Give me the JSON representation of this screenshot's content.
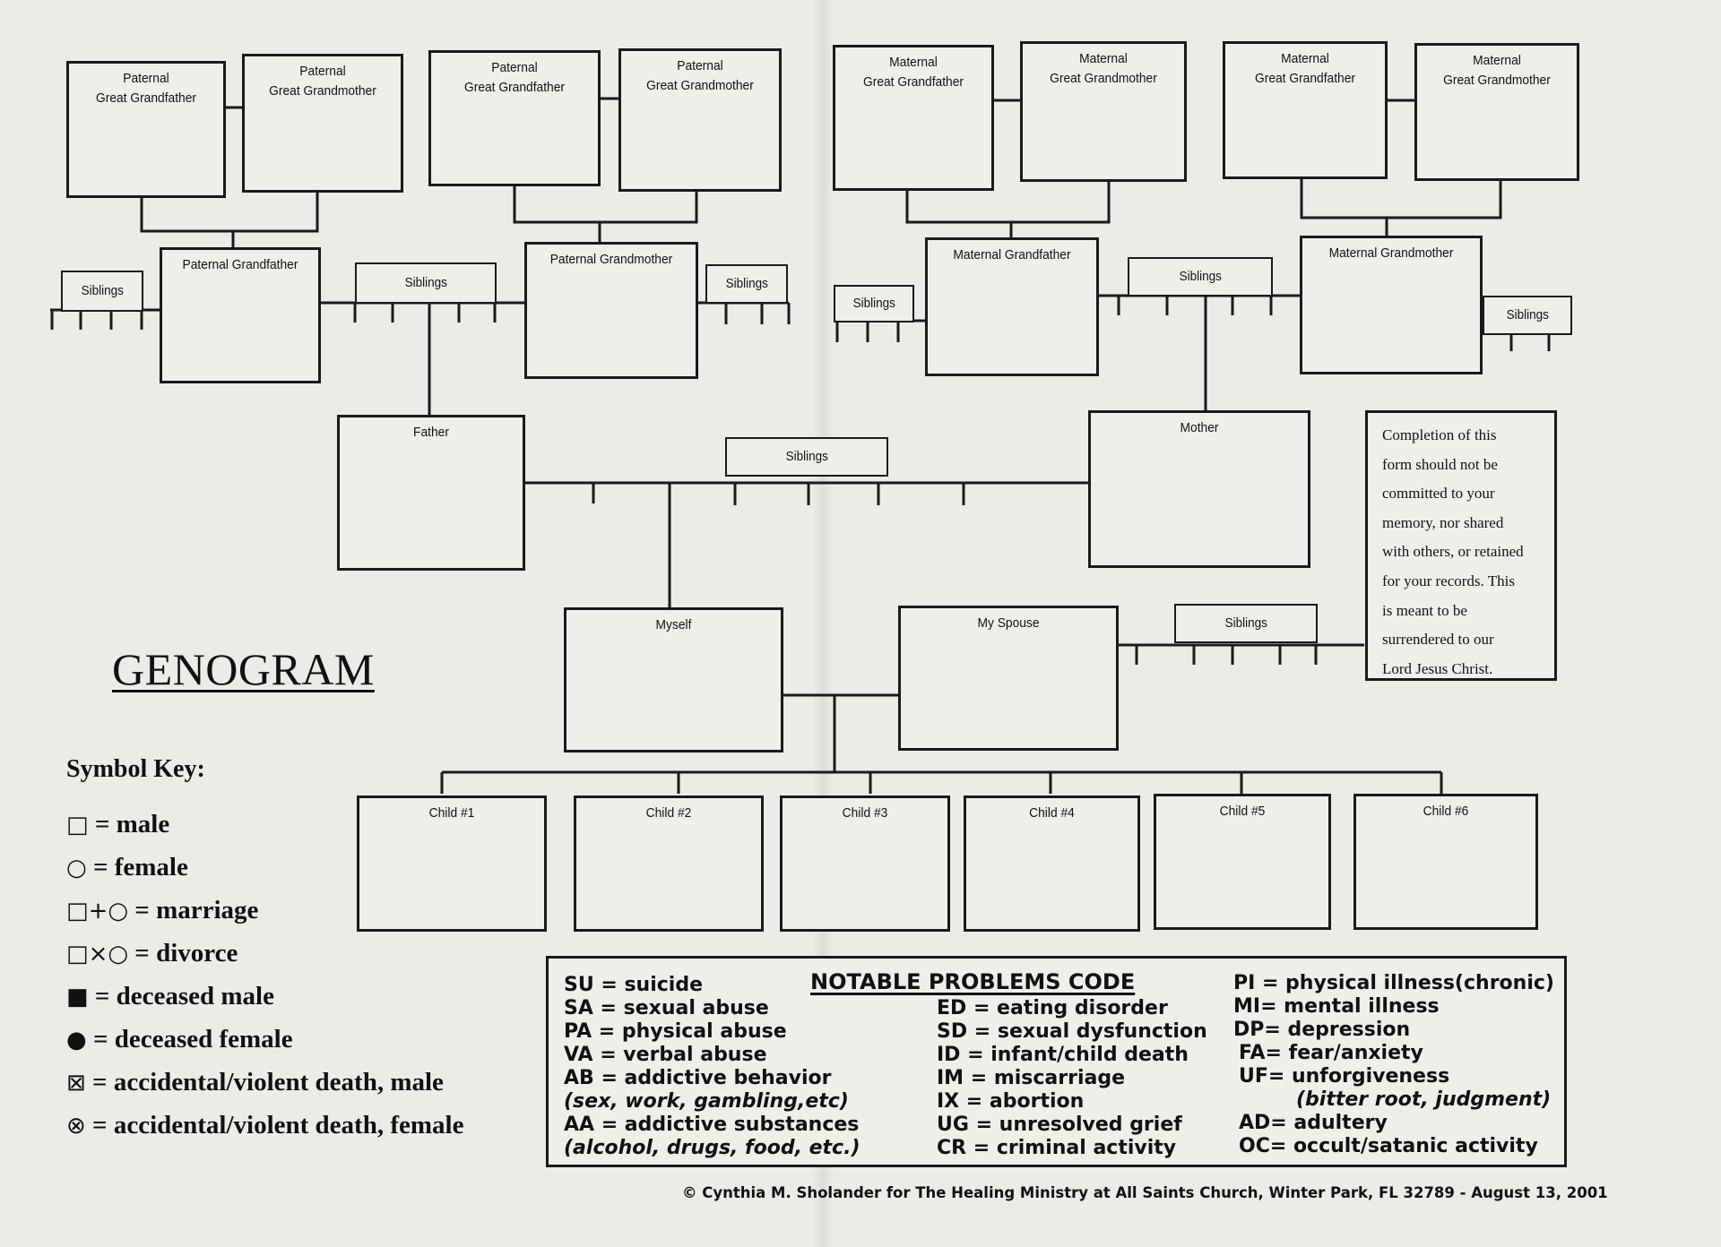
{
  "boxes": {
    "pgg1": "Paternal\nGreat Grandfather",
    "pggm1": "Paternal\nGreat Grandmother",
    "pgg2": "Paternal\nGreat Grandfather",
    "pggm2": "Paternal\nGreat Grandmother",
    "mgg1": "Maternal\nGreat Grandfather",
    "mggm1": "Maternal\nGreat Grandmother",
    "mgg2": "Maternal\nGreat Grandfather",
    "mggm2": "Maternal\nGreat Grandmother",
    "pgf": "Paternal Grandfather",
    "pgm": "Paternal Grandmother",
    "mgf": "Maternal Grandfather",
    "mgm": "Maternal Grandmother",
    "father": "Father",
    "mother": "Mother",
    "myself": "Myself",
    "spouse": "My Spouse",
    "children": [
      "Child #1",
      "Child #2",
      "Child #3",
      "Child #4",
      "Child #5",
      "Child #6"
    ]
  },
  "siblings_label": "Siblings",
  "title": "GENOGRAM",
  "symbol_key": {
    "heading": "Symbol Key:",
    "items": [
      {
        "symbol": "□",
        "text": " = male"
      },
      {
        "symbol": "○",
        "text": " = female"
      },
      {
        "symbol": "□+○",
        "text": " = marriage"
      },
      {
        "symbol": "□×○",
        "text": " = divorce"
      },
      {
        "symbol": "■",
        "text": " = deceased male"
      },
      {
        "symbol": "●",
        "text": " = deceased female"
      },
      {
        "symbol": "⊠",
        "text": " = accidental/violent death, male"
      },
      {
        "symbol": "⊗",
        "text": " = accidental/violent death, female"
      }
    ]
  },
  "note": "Completion of this\nform should not be\ncommitted to your\nmemory, nor shared\nwith others, or retained\nfor your records.  This\nis meant to be\nsurrendered to our\nLord Jesus Christ.",
  "problems": {
    "title": "NOTABLE PROBLEMS CODE",
    "col1": [
      "SU = suicide",
      "SA = sexual abuse",
      "PA = physical abuse",
      "VA = verbal abuse",
      "AB = addictive behavior",
      "(sex, work, gambling,etc)",
      "AA = addictive substances",
      "(alcohol, drugs, food, etc.)"
    ],
    "col2": [
      "ED = eating disorder",
      "SD = sexual dysfunction",
      "ID = infant/child death",
      "IM = miscarriage",
      "IX =  abortion",
      "UG = unresolved grief",
      "CR = criminal activity"
    ],
    "col3": [
      "PI = physical illness(chronic)",
      "MI= mental illness",
      "DP= depression",
      "FA= fear/anxiety",
      "UF= unforgiveness",
      "(bitter root, judgment)",
      "AD= adultery",
      "OC= occult/satanic activity"
    ]
  },
  "copyright": "© Cynthia M. Sholander for The Healing Ministry at All Saints Church, Winter Park, FL  32789 - August 13, 2001"
}
